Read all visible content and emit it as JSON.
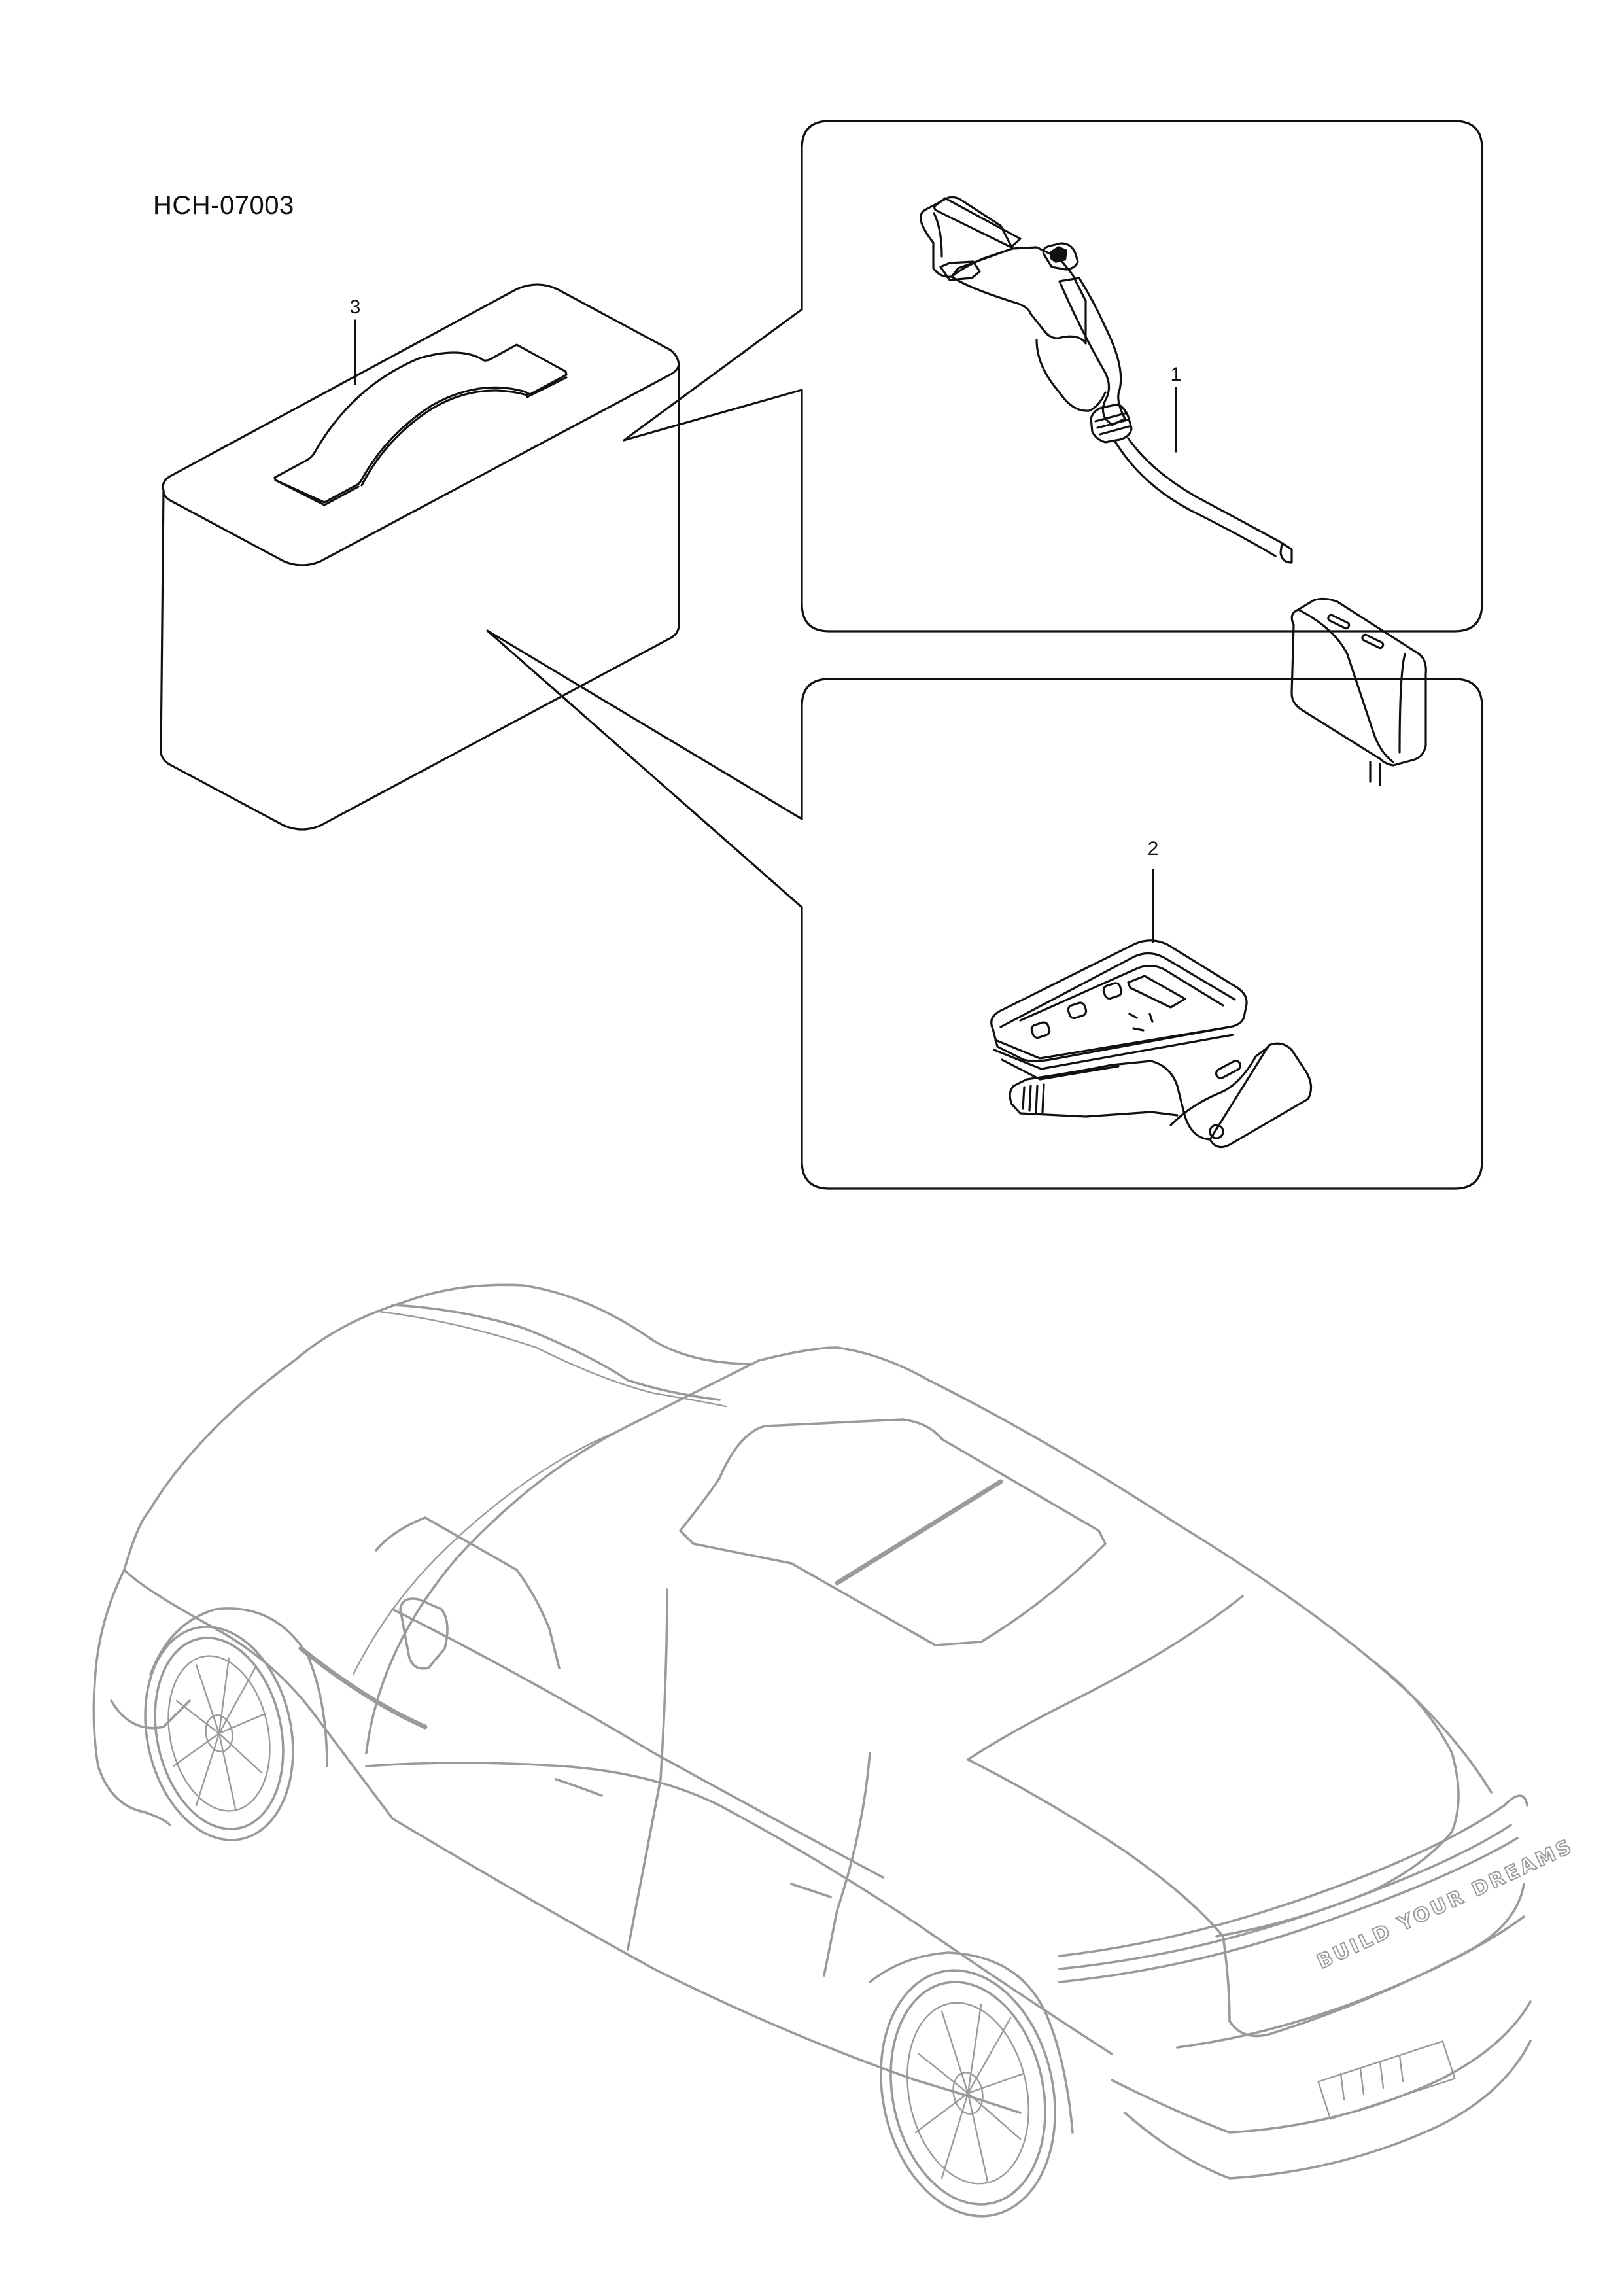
{
  "sheet": {
    "drawing_code": "HCH-07003",
    "line_color": "#111111",
    "vehicle_line_color": "#9a9a9a",
    "background": "#ffffff"
  },
  "callouts": [
    {
      "number": "1",
      "part": "portable charging cable (plug with in-cable adapter)"
    },
    {
      "number": "2",
      "part": "coiled charging cable with control box"
    },
    {
      "number": "3",
      "part": "storage case with carry handle"
    }
  ],
  "detail_panels": [
    {
      "id": "panel-1",
      "contains_callout": "1"
    },
    {
      "id": "panel-2",
      "contains_callout": "2"
    }
  ],
  "vehicle": {
    "view": "rear three-quarter isometric, electric sedan with panoramic sunroof",
    "rear_badge_text": "BUILD YOUR DREAMS"
  }
}
